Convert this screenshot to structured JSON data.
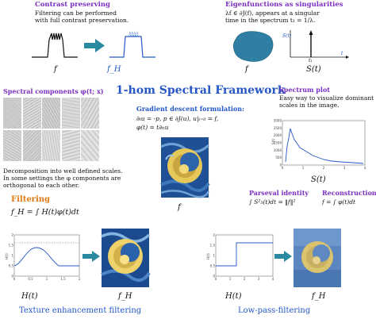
{
  "contrast": {
    "title": "Contrast preserving",
    "line1": "Filtering can be performed",
    "line2": "with full contrast preservation.",
    "label_f": "f",
    "label_fH": "f_H"
  },
  "eigen": {
    "title": "Eigenfunctions as singularities",
    "line1": "λf ∈ ∂J(f), appears at a singular",
    "line2": "time in the spectrum t₁ = 1/λ.",
    "label_f": "f",
    "label_S": "S(t)",
    "axis_s": "S(t)",
    "axis_t": "t",
    "tick_t1": "t₁"
  },
  "spectral": {
    "title": "Spectral components φ(t; x)",
    "desc1": "Decomposition into well defined scales.",
    "desc2": "In some settings the φ components are",
    "desc3": "orthogonal to each other."
  },
  "framework": {
    "title": "1-hom Spectral Framework",
    "gd_title": "Gradient descent formulation:",
    "eq1": "∂ₜu = -p,  p ∈ ∂J(u),  u|ₜ₌₀ = f,",
    "eq2": "φ(t) = t∂ₜₜu",
    "label_f": "f"
  },
  "spectrum_plot": {
    "title": "Spectrum plot",
    "line1": "Easy way to visualize dominant",
    "line2": "scales in the image.",
    "label": "S(t)",
    "yticks": [
      "3000",
      "2500",
      "2000",
      "1500",
      "1000",
      "500",
      "0"
    ],
    "xticks": [
      "0",
      "1",
      "2",
      "3",
      "4"
    ],
    "ylabel": "S(t)"
  },
  "filtering": {
    "title": "Filtering",
    "eq": "f_H = ∫ H(t)φ(t)dt",
    "label_H": "H(t)",
    "label_fH": "f_H",
    "caption": "Texture enhancement filtering",
    "yticks": [
      "2",
      "1.5",
      "1",
      "0.5",
      "0"
    ],
    "xticks": [
      "0",
      "0.5",
      "1",
      "1.5",
      "2"
    ],
    "ylabel": "H(t)"
  },
  "parseval": {
    "title": "Parseval identity",
    "eq": "∫ S²₃(t)dt = ‖f‖²"
  },
  "reconstruction": {
    "title": "Reconstruction",
    "eq": "f = ∫ φ(t)dt"
  },
  "lowpass": {
    "label_H": "H(t)",
    "label_fH": "f_H",
    "caption": "Low-pass-filtering",
    "yticks": [
      "2",
      "1.5",
      "1",
      "0.5",
      "0"
    ],
    "xticks": [
      "0",
      "1",
      "2",
      "3",
      "4"
    ],
    "ylabel": "H(t)"
  },
  "colors": {
    "purple": "#7b2fbf",
    "orange": "#e07a12",
    "blue": "#2457c5",
    "arrow": "#2a8aa0"
  }
}
